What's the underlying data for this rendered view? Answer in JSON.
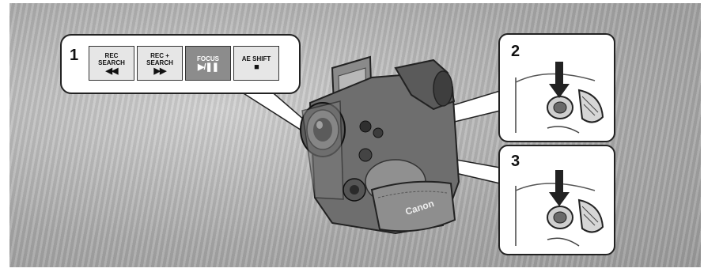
{
  "callouts": [
    {
      "number": "1"
    },
    {
      "number": "2"
    },
    {
      "number": "3"
    }
  ],
  "buttons": [
    {
      "line1": "REC",
      "line2": "SEARCH",
      "symbol": "◀◀"
    },
    {
      "line1": "REC +",
      "line2": "SEARCH",
      "symbol": "▶▶"
    },
    {
      "line1": "FOCUS",
      "line2": "",
      "symbol": "▶/❚❚"
    },
    {
      "line1": "AE SHIFT",
      "line2": "",
      "symbol": "■"
    }
  ],
  "camera_brand": "Canon",
  "colors": {
    "background": "#a6a6a6",
    "camera_body": "#6e6e6e",
    "active_button": "#8c8c8c"
  }
}
